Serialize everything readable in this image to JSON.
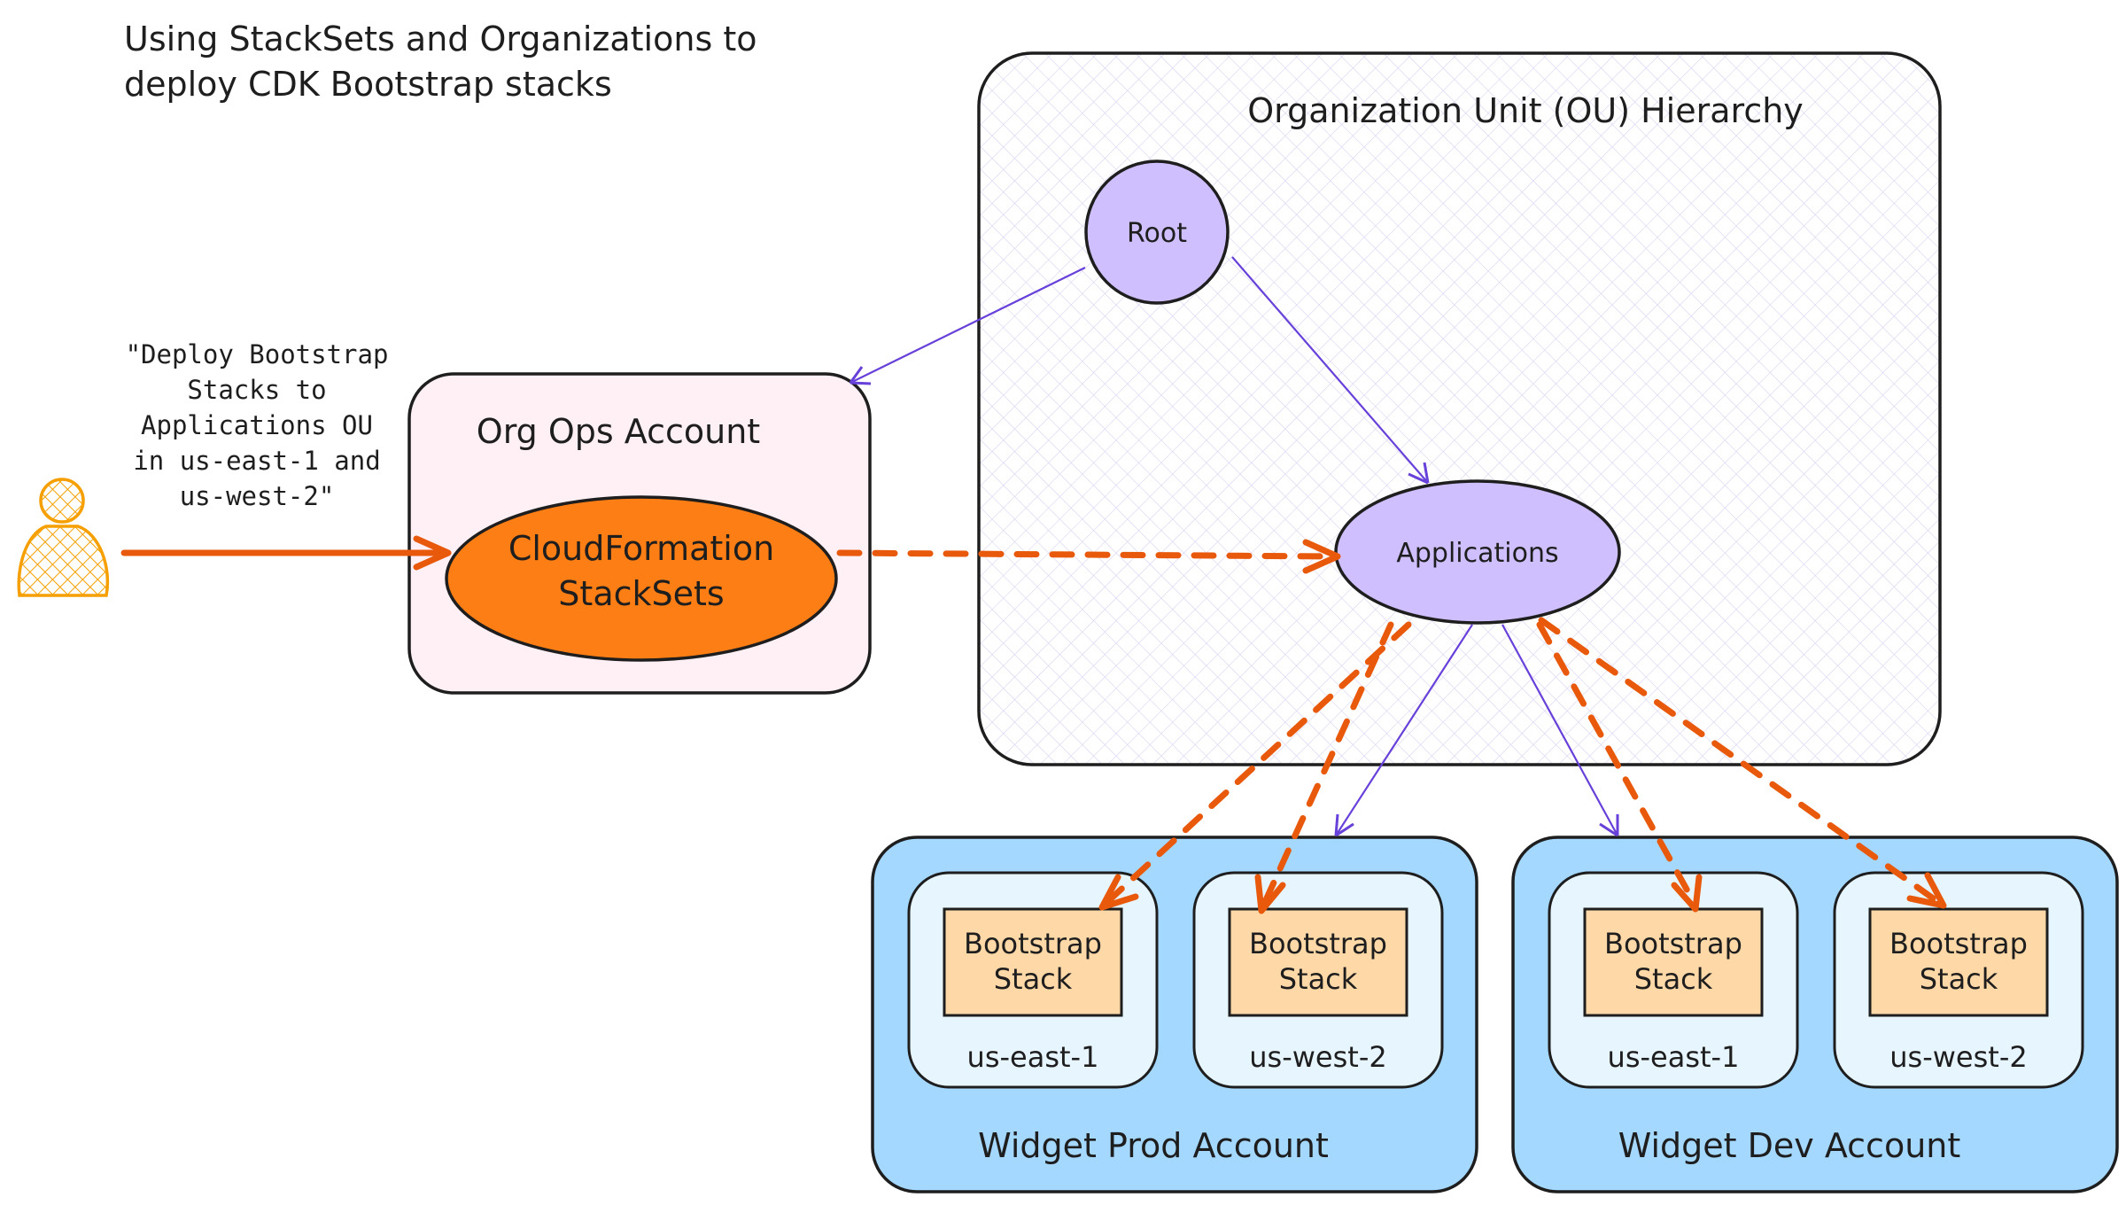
{
  "title_lines": [
    "Using StackSets and Organizations to",
    "deploy CDK Bootstrap stacks"
  ],
  "annotation_lines": [
    "\"Deploy Bootstrap",
    "Stacks to",
    "Applications OU",
    "in us-east-1 and",
    "us-west-2\""
  ],
  "user_icon": "person-icon",
  "org_ops": {
    "label": "Org Ops Account",
    "stacksets_lines": [
      "CloudFormation",
      "StackSets"
    ]
  },
  "ou_hierarchy": {
    "label": "Organization Unit (OU) Hierarchy",
    "root_label": "Root",
    "applications_label": "Applications"
  },
  "accounts": [
    {
      "label": "Widget Prod Account",
      "regions": [
        {
          "name": "us-east-1",
          "stack_lines": [
            "Bootstrap",
            "Stack"
          ]
        },
        {
          "name": "us-west-2",
          "stack_lines": [
            "Bootstrap",
            "Stack"
          ]
        }
      ]
    },
    {
      "label": "Widget Dev Account",
      "regions": [
        {
          "name": "us-east-1",
          "stack_lines": [
            "Bootstrap",
            "Stack"
          ]
        },
        {
          "name": "us-west-2",
          "stack_lines": [
            "Bootstrap",
            "Stack"
          ]
        }
      ]
    }
  ],
  "colors": {
    "orange": "#e8590c",
    "orange_fill": "#fd7e14",
    "purple_fill": "#d0bfff",
    "purple_line": "#6741d9",
    "pink_fill": "#fff0f6",
    "blue_fill": "#a5d8ff",
    "light_blue_fill": "#e7f5ff",
    "peach_fill": "#ffd8a8",
    "stroke": "#1e1e1e"
  }
}
